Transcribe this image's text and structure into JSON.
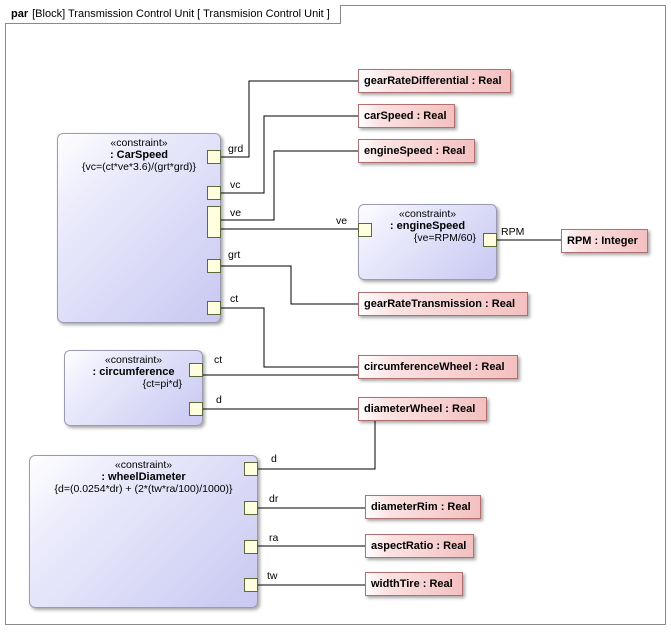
{
  "frame": {
    "keyword": "par",
    "title": "[Block] Transmission Control Unit [ Transmision Control Unit ]"
  },
  "blocks": {
    "car_speed": {
      "stereotype": "«constraint»",
      "name": ": CarSpeed",
      "expression": "{vc=(ct*ve*3.6)/(grt*grd)}"
    },
    "engine_speed": {
      "stereotype": "«constraint»",
      "name": ": engineSpeed",
      "expression": "{ve=RPM/60}"
    },
    "circumference": {
      "stereotype": "«constraint»",
      "name": ": circumference",
      "expression": "{ct=pi*d}"
    },
    "wheel_diameter": {
      "stereotype": "«constraint»",
      "name": ": wheelDiameter",
      "expression": "{d=(0.0254*dr) + (2*(tw*ra/100)/1000)}"
    }
  },
  "port_labels": {
    "grd": "grd",
    "vc": "vc",
    "ve": "ve",
    "grt": "grt",
    "ct": "ct",
    "ve_engine": "ve",
    "rpm": "RPM",
    "ct_circ": "ct",
    "d_circ": "d",
    "d_wheel": "d",
    "dr": "dr",
    "ra": "ra",
    "tw": "tw"
  },
  "values": {
    "gear_rate_differential": "gearRateDifferential : Real",
    "car_speed": "carSpeed : Real",
    "engine_speed": "engineSpeed : Real",
    "rpm": "RPM : Integer",
    "gear_rate_transmission": "gearRateTransmission : Real",
    "circumference_wheel": "circumferenceWheel : Real",
    "diameter_wheel": "diameterWheel : Real",
    "diameter_rim": "diameterRim : Real",
    "aspect_ratio": "aspectRatio : Real",
    "width_tire": "widthTire : Real"
  },
  "colors": {
    "constraint_fill": "#c8c8f2",
    "value_fill": "#f4c0c0",
    "port_fill": "#ffffe0",
    "connector": "#000000"
  }
}
